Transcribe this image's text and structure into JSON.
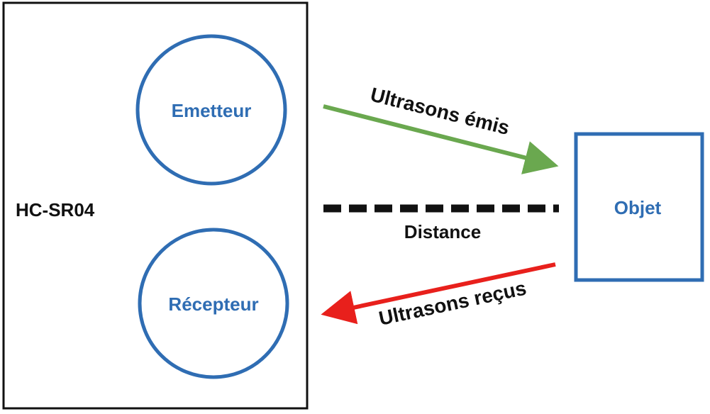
{
  "colors": {
    "blue": "#2f6db3",
    "black": "#111111",
    "green": "#6aa84f",
    "red": "#e8201c"
  },
  "sensor": {
    "label": "HC-SR04"
  },
  "emitter": {
    "label": "Emetteur"
  },
  "receiver": {
    "label": "Récepteur"
  },
  "object": {
    "label": "Objet"
  },
  "emitted_arrow": {
    "label": "Ultrasons émis"
  },
  "received_arrow": {
    "label": "Ultrasons reçus"
  },
  "distance": {
    "label": "Distance"
  }
}
